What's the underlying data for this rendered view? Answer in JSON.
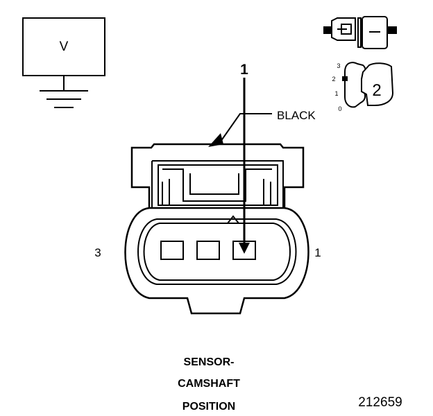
{
  "meter": {
    "label": "V"
  },
  "probe": {
    "label": "1"
  },
  "wire_color": {
    "label": "BLACK"
  },
  "terminals": {
    "left": "3",
    "right": "1"
  },
  "caption": {
    "line1": "SENSOR-",
    "line2": "CAMSHAFT",
    "line3": "POSITION"
  },
  "figure_number": "212659",
  "inset_scale": {
    "tick3": "3",
    "tick2": "2",
    "tick1": "1",
    "tick0": "0",
    "setting": "2"
  }
}
